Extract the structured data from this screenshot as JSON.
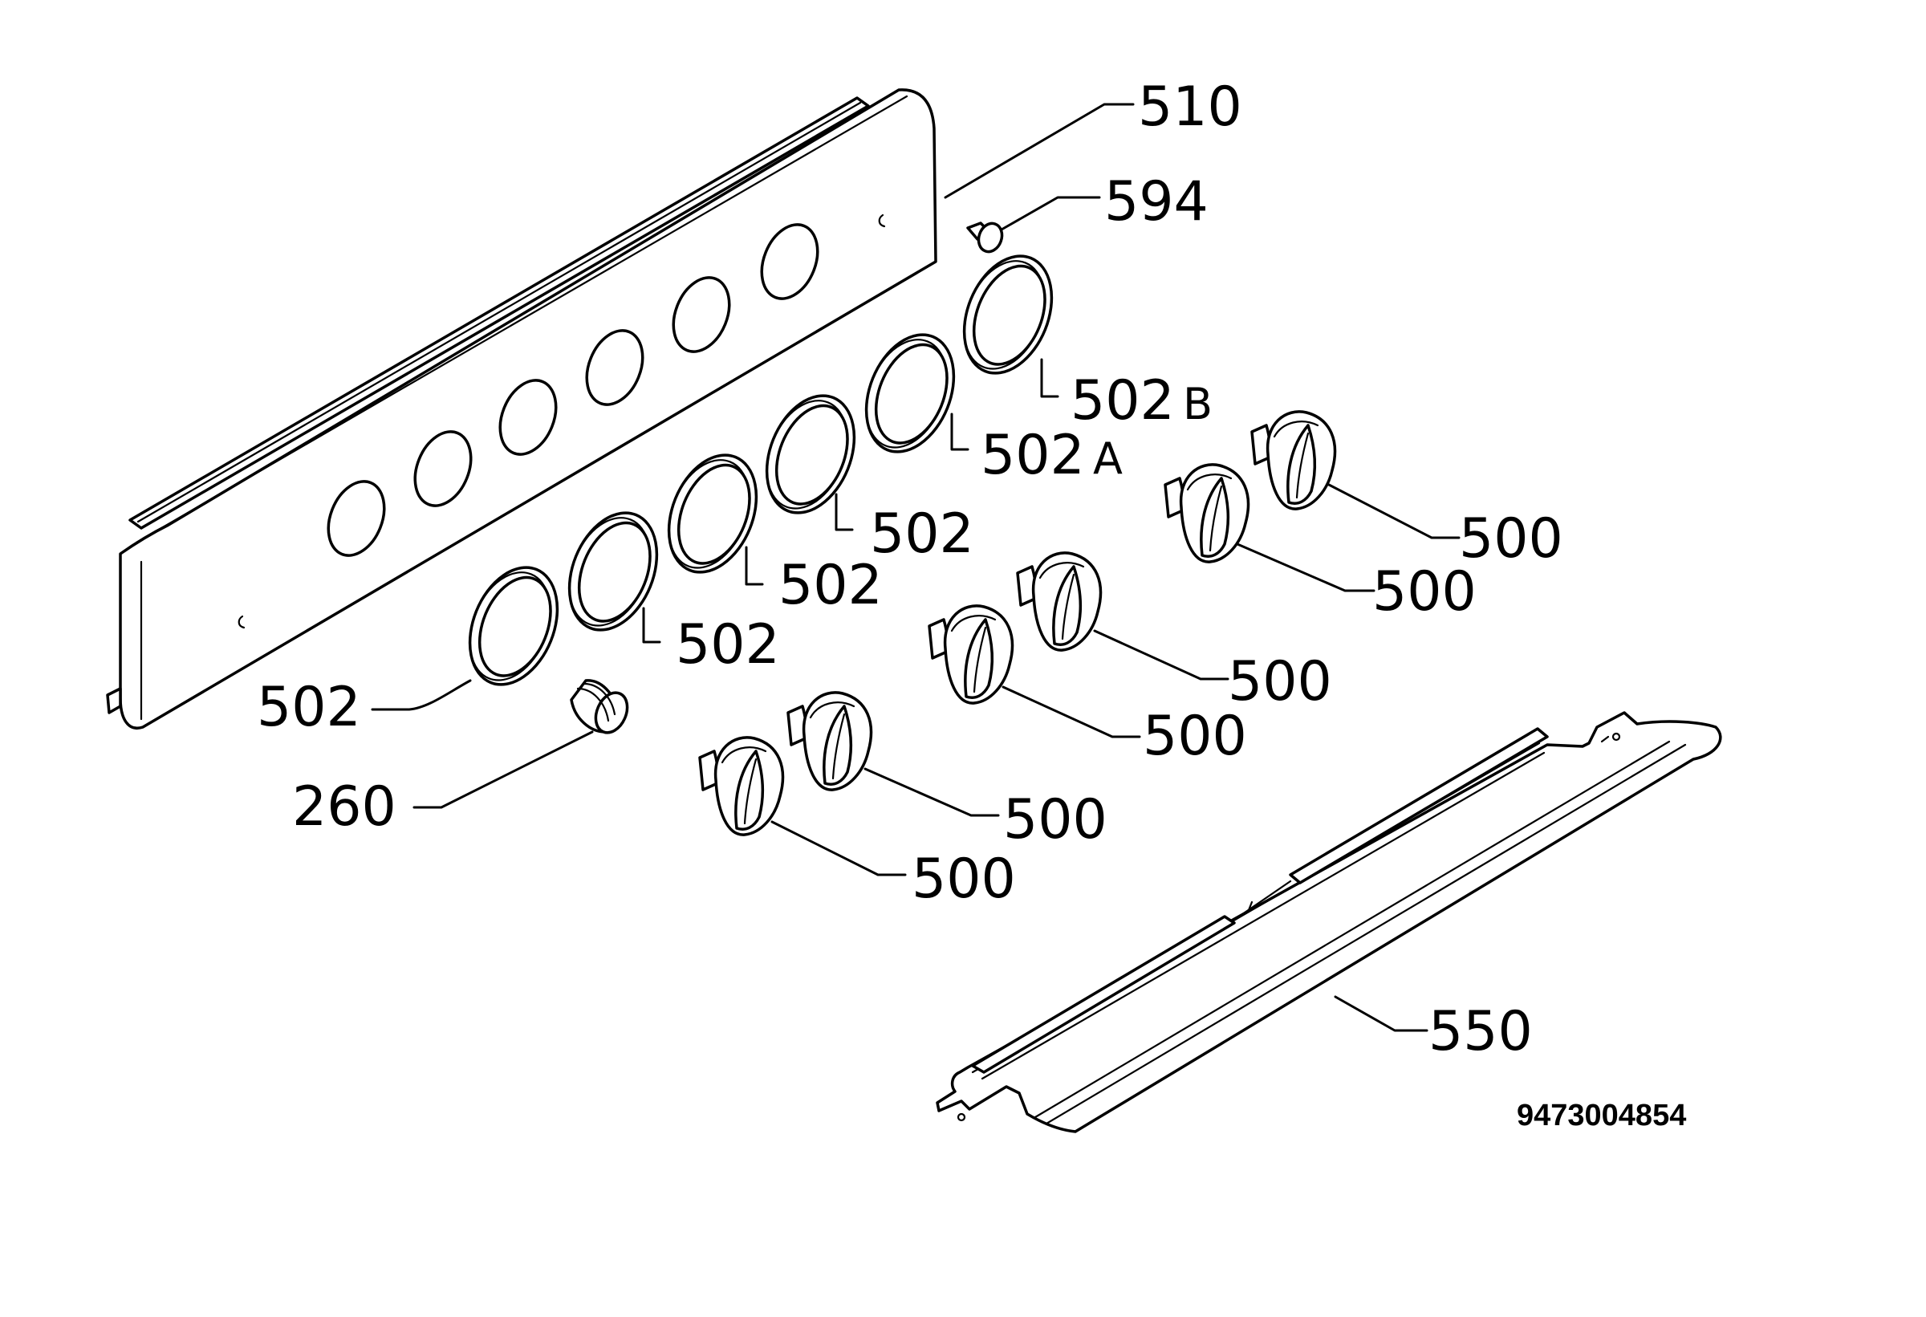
{
  "document_number": "9473004854",
  "callouts": {
    "panel": "510",
    "screw": "594",
    "bezel_b": "502",
    "bezel_b_suffix": "B",
    "bezel_a": "502",
    "bezel_a_suffix": "A",
    "bezel_1": "502",
    "bezel_2": "502",
    "bezel_3": "502",
    "bezel_4": "502",
    "spring": "260",
    "knob_1": "500",
    "knob_2": "500",
    "knob_3": "500",
    "knob_4": "500",
    "knob_5": "500",
    "knob_6": "500",
    "tray": "550"
  }
}
